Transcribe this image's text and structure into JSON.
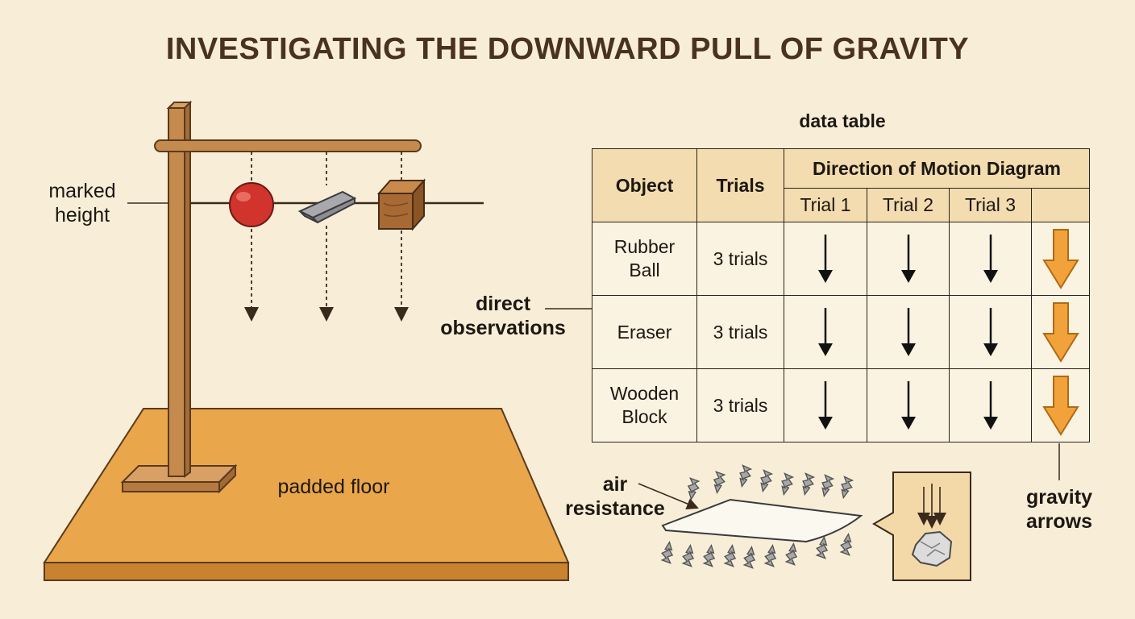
{
  "title": "INVESTIGATING THE DOWNWARD PULL OF GRAVITY",
  "labels": {
    "marked_height": "marked height",
    "padded_floor": "padded floor",
    "direct_observations": "direct observations",
    "air_resistance": "air resistance",
    "gravity_arrows": "gravity arrows"
  },
  "table": {
    "caption": "data table",
    "headers": {
      "object": "Object",
      "trials": "Trials",
      "diagram": "Direction of Motion Diagram",
      "trial_1": "Trial 1",
      "trial_2": "Trial 2",
      "trial_3": "Trial 3"
    },
    "rows": [
      {
        "object": "Rubber Ball",
        "trials": "3 trials"
      },
      {
        "object": "Eraser",
        "trials": "3 trials"
      },
      {
        "object": "Wooden Block",
        "trials": "3 trials"
      }
    ]
  },
  "colors": {
    "background": "#f8eed8",
    "floor": "#e9a64a",
    "wood": "#c58a4e",
    "ball": "#d0342c",
    "gravity_arrow": "#f2a23a",
    "header_fill": "#f2dcb0"
  },
  "icons": {
    "down_arrow": "down-arrow-icon",
    "gravity_arrow": "gravity-arrow-icon"
  }
}
